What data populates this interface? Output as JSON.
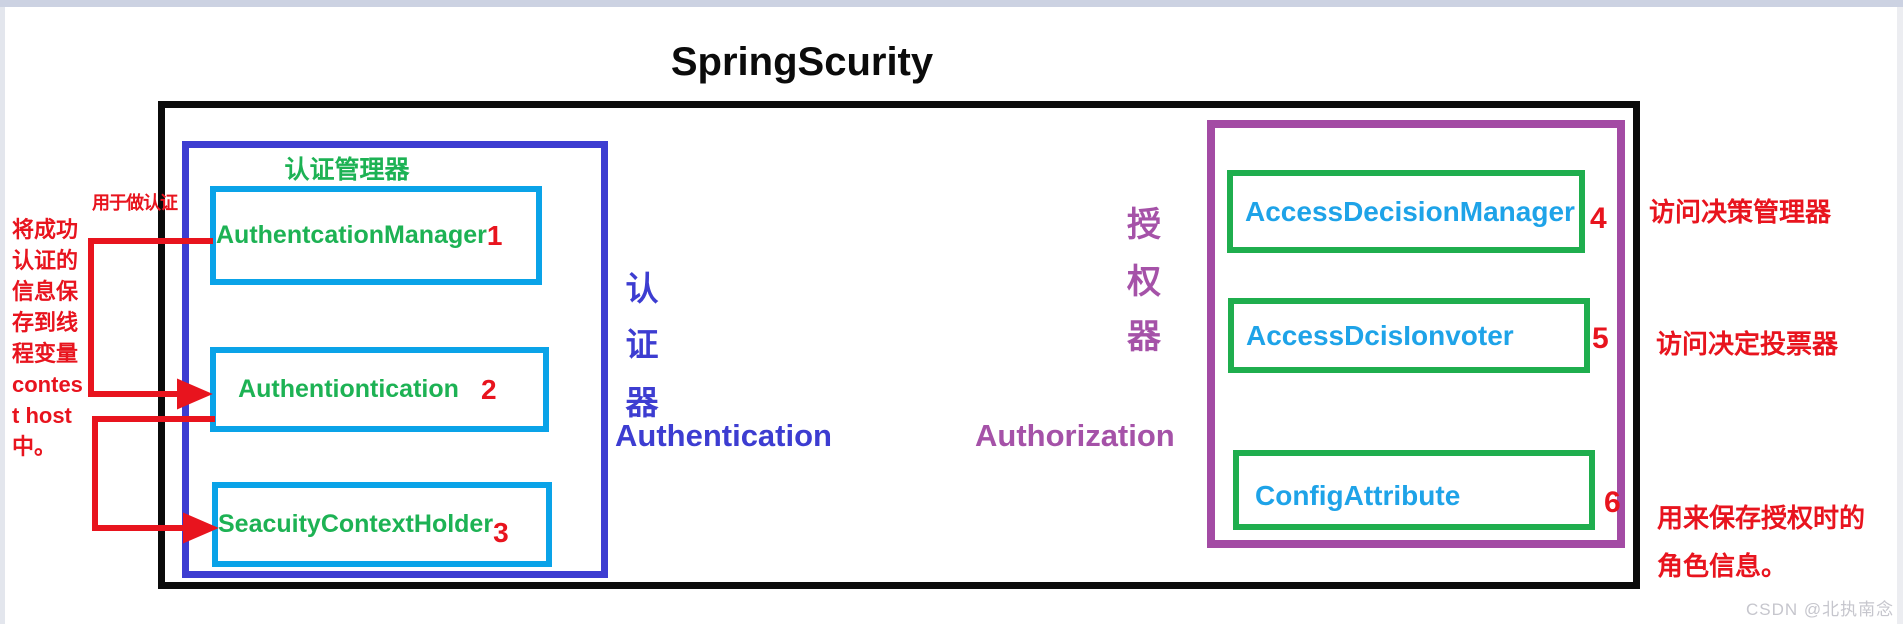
{
  "page": {
    "title": "SpringScurity",
    "watermark": "CSDN @北执南念"
  },
  "colors": {
    "red": "#e8141e",
    "green_border": "#1fae4e",
    "green_text": "#1db254",
    "azure_text": "#1ea3e8",
    "cyan_border": "#0aa3e8",
    "blue": "#3d3dd1",
    "purple": "#a34ba4",
    "purple_text": "#a552a8",
    "black": "#0b0b0b",
    "top_strip": "#ccd2e2",
    "side_strip": "#e3e6ed",
    "watermark": "#c6c6cd"
  },
  "auth": {
    "group_label": "认证管理器",
    "hint": "用于做认证",
    "side_note_lines": [
      "将成功",
      "认证的",
      "信息保",
      "存到线",
      "程变量",
      "contes",
      "t host",
      "中。"
    ],
    "vertical_label": [
      "认",
      "证",
      "器"
    ],
    "english_label": "Authentication",
    "boxes": [
      {
        "name": "AuthentcationManager",
        "num": "1"
      },
      {
        "name": "Authentiontication",
        "num": "2"
      },
      {
        "name": "SeacuityContextHolder",
        "num": "3"
      }
    ]
  },
  "authz": {
    "vertical_label": [
      "授",
      "权",
      "器"
    ],
    "english_label": "Authorization",
    "boxes": [
      {
        "name": "AccessDecisionManager",
        "num": "4",
        "note": "访问决策管理器"
      },
      {
        "name": "AccessDcisIonvoter",
        "num": "5",
        "note": "访问决定投票器"
      },
      {
        "name": "ConfigAttribute",
        "num": "6"
      }
    ],
    "config_note_lines": [
      "用来保存授权时的",
      "角色信息。"
    ]
  }
}
